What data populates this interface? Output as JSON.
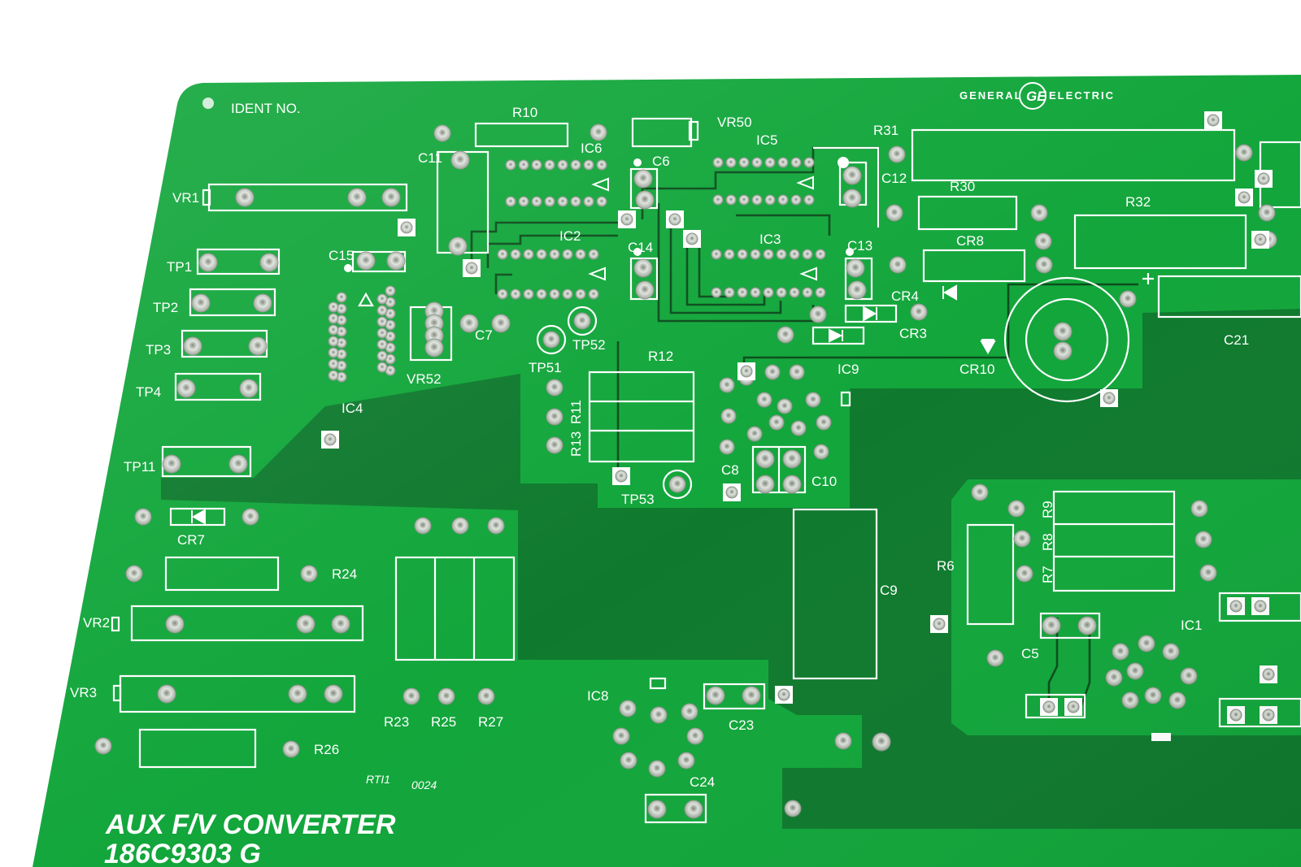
{
  "board": {
    "ident_label": "IDENT NO.",
    "brand_left": "GENERAL",
    "brand_right": "ELECTRIC",
    "title_line1": "AUX F/V CONVERTER",
    "title_line2": "186C9303 G",
    "stamp_prefix": "RTI1",
    "stamp_number": "0024",
    "colors": {
      "board": "#12a63b",
      "ground_plane": "#0f7a2e",
      "silkscreen": "#ffffff",
      "pads": "#b9c0b6",
      "background": "#ffffff"
    }
  },
  "labels": {
    "R10": "R10",
    "VR50": "VR50",
    "R31": "R31",
    "IC6": "IC6",
    "C6": "C6",
    "IC5": "IC5",
    "C11": "C11",
    "C12": "C12",
    "R30": "R30",
    "R32": "R32",
    "VR1": "VR1",
    "IC2": "IC2",
    "C14": "C14",
    "IC3": "IC3",
    "C13": "C13",
    "CR8": "CR8",
    "C15": "C15",
    "TP1": "TP1",
    "CR4": "CR4",
    "TP2": "TP2",
    "C7": "C7",
    "TP52": "TP52",
    "CR3": "CR3",
    "C21": "C21",
    "TP3": "TP3",
    "TP51": "TP51",
    "R12": "R12",
    "IC9": "IC9",
    "CR10": "CR10",
    "TP4": "TP4",
    "VR52": "VR52",
    "IC4": "IC4",
    "R11": "R11",
    "R13": "R13",
    "TP11": "TP11",
    "C8": "C8",
    "C10": "C10",
    "TP53": "TP53",
    "CR7": "CR7",
    "R9": "R9",
    "R8": "R8",
    "R7": "R7",
    "R6": "R6",
    "C9": "C9",
    "R24": "R24",
    "VR2": "VR2",
    "IC1": "IC1",
    "C5": "C5",
    "VR3": "VR3",
    "IC8": "IC8",
    "C23": "C23",
    "R23": "R23",
    "R25": "R25",
    "R27": "R27",
    "R26": "R26",
    "C24": "C24"
  }
}
